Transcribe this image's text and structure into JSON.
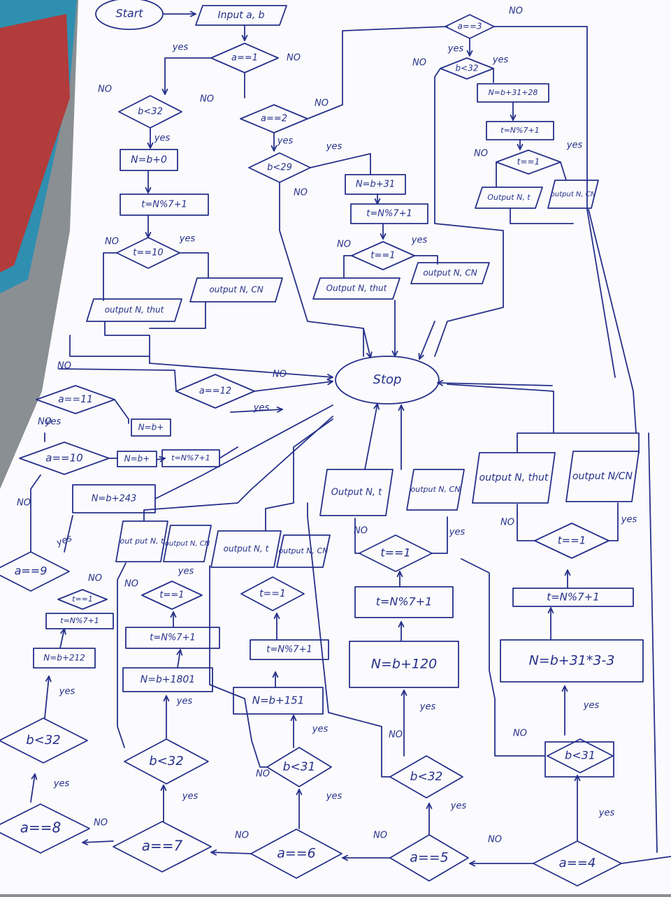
{
  "colors": {
    "ink": "#26308a",
    "paper": "#fbfbfd",
    "folder": "#b23b3b",
    "desk": "#8a8f93",
    "teal": "#2f8fb0"
  },
  "flowchart": {
    "start": "Start",
    "input": "Input a, b",
    "stop": "Stop",
    "label_yes": "yes",
    "label_no": "NO",
    "a1": {
      "cond": "a==1",
      "b_check": "b<32",
      "compute_n": "N=b+0",
      "compute_t": "t=N%7+1",
      "t_check": "t==10",
      "out_no": "output N, thut",
      "out_yes": "output N, CN"
    },
    "a2": {
      "cond": "a==2",
      "b_check": "b<29",
      "compute_n": "N=b+31",
      "compute_t": "t=N%7+1",
      "t_check": "t==1",
      "out_no": "Output N, thut",
      "out_yes": "output N, CN"
    },
    "a3": {
      "cond": "a==3",
      "b_check": "b<32",
      "compute_n": "N=b+31+28",
      "compute_t": "t=N%7+1",
      "t_check": "t==1",
      "out_no": "Output N, t",
      "out_yes": "output N, CN"
    },
    "a4": {
      "cond": "a==4",
      "b_check": "b<31",
      "compute_n": "N=b+31*3-3",
      "compute_t": "t=N%7+1",
      "t_check": "t==1",
      "out_no": "output N, thut",
      "out_yes": "output N/CN"
    },
    "a5": {
      "cond": "a==5",
      "b_check": "b<32",
      "compute_n": "N=b+120",
      "compute_t": "t=N%7+1",
      "t_check": "t==1",
      "out_no": "Output N, t",
      "out_yes": "output N, CN"
    },
    "a6": {
      "cond": "a==6",
      "b_check": "b<31",
      "compute_n": "N=b+151",
      "compute_t": "t=N%7+1",
      "t_check": "t==1",
      "out_no": "output N, t",
      "out_yes": "output N, CN"
    },
    "a7": {
      "cond": "a==7",
      "b_check": "b<32",
      "compute_n": "N=b+1801",
      "compute_t": "t=N%7+1",
      "t_check": "t==1",
      "out_no": "out put N, t",
      "out_yes": "output N, CN"
    },
    "a8": {
      "cond": "a==8",
      "b_check": "b<32",
      "compute_n": "N=b+212",
      "compute_t": "t=N%7+1",
      "t_check": "t==1"
    },
    "a9": {
      "cond": "a==9",
      "compute_n": "N=b+243"
    },
    "a10": {
      "cond": "a==10",
      "compute_n": "N=b+",
      "compute_t": "t=N%7+1"
    },
    "a11": {
      "cond": "a==11",
      "compute_n": "N=b+"
    },
    "a12": {
      "cond": "a==12"
    }
  }
}
